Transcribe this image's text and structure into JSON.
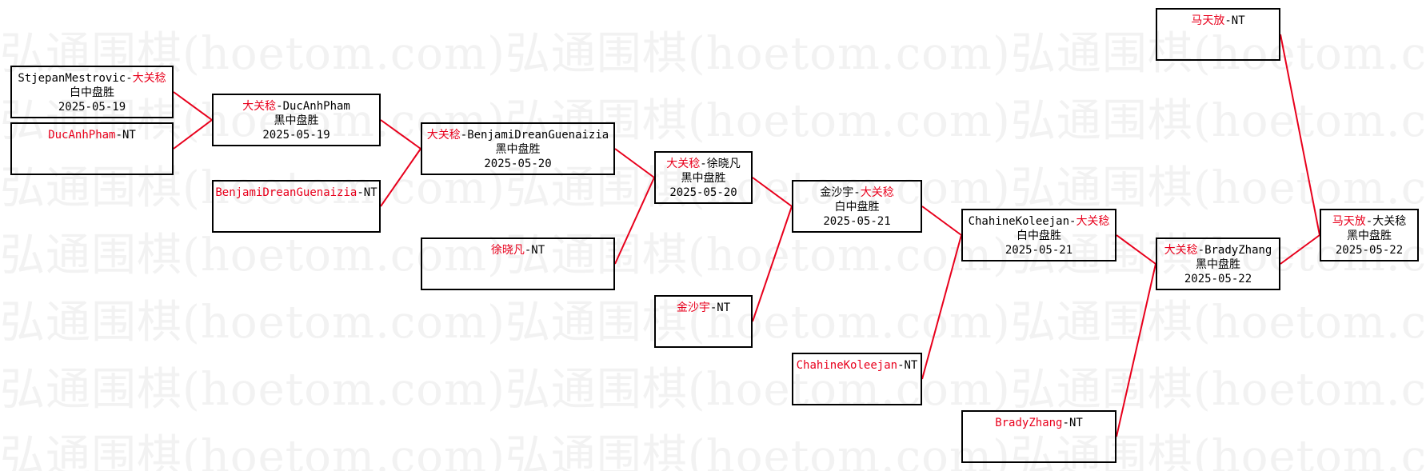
{
  "watermark_text": "弘通围棋(hoetom.com)",
  "colors": {
    "player_highlight": "#e8001c",
    "link": "#e8001c",
    "border": "#000000",
    "watermark": "#f2f2f2"
  },
  "nodes": {
    "n1": {
      "p1": "StjepanMestrovic",
      "p2": "大关稔",
      "red": 2,
      "result": "白中盘胜",
      "date": "2025-05-19"
    },
    "n2": {
      "p1": "DucAnhPham",
      "p2": "NT",
      "red": 1,
      "result": "",
      "date": ""
    },
    "n3": {
      "p1": "大关稔",
      "p2": "DucAnhPham",
      "red": 1,
      "result": "黑中盘胜",
      "date": "2025-05-19"
    },
    "n4": {
      "p1": "BenjamiDreanGuenaizia",
      "p2": "NT",
      "red": 1,
      "result": "",
      "date": ""
    },
    "n5": {
      "p1": "大关稔",
      "p2": "BenjamiDreanGuenaizia",
      "red": 1,
      "result": "黑中盘胜",
      "date": "2025-05-20"
    },
    "n6": {
      "p1": "徐晓凡",
      "p2": "NT",
      "red": 1,
      "result": "",
      "date": ""
    },
    "n7": {
      "p1": "大关稔",
      "p2": "徐晓凡",
      "red": 1,
      "result": "黑中盘胜",
      "date": "2025-05-20"
    },
    "n8": {
      "p1": "金沙宇",
      "p2": "NT",
      "red": 1,
      "result": "",
      "date": ""
    },
    "n9": {
      "p1": "金沙宇",
      "p2": "大关稔",
      "red": 2,
      "result": "白中盘胜",
      "date": "2025-05-21"
    },
    "n10": {
      "p1": "ChahineKoleejan",
      "p2": "NT",
      "red": 1,
      "result": "",
      "date": ""
    },
    "n11": {
      "p1": "ChahineKoleejan",
      "p2": "大关稔",
      "red": 2,
      "result": "白中盘胜",
      "date": "2025-05-21"
    },
    "n12": {
      "p1": "BradyZhang",
      "p2": "NT",
      "red": 1,
      "result": "",
      "date": ""
    },
    "n13": {
      "p1": "大关稔",
      "p2": "BradyZhang",
      "red": 1,
      "result": "黑中盘胜",
      "date": "2025-05-22"
    },
    "n14": {
      "p1": "马天放",
      "p2": "NT",
      "red": 1,
      "result": "",
      "date": ""
    },
    "n15": {
      "p1": "马天放",
      "p2": "大关稔",
      "red": 1,
      "result": "黑中盘胜",
      "date": "2025-05-22"
    }
  },
  "links": [
    [
      "n1",
      "n3"
    ],
    [
      "n2",
      "n3"
    ],
    [
      "n3",
      "n5"
    ],
    [
      "n4",
      "n5"
    ],
    [
      "n5",
      "n7"
    ],
    [
      "n6",
      "n7"
    ],
    [
      "n7",
      "n9"
    ],
    [
      "n8",
      "n9"
    ],
    [
      "n9",
      "n11"
    ],
    [
      "n10",
      "n11"
    ],
    [
      "n11",
      "n13"
    ],
    [
      "n12",
      "n13"
    ],
    [
      "n13",
      "n15"
    ],
    [
      "n14",
      "n15"
    ]
  ]
}
